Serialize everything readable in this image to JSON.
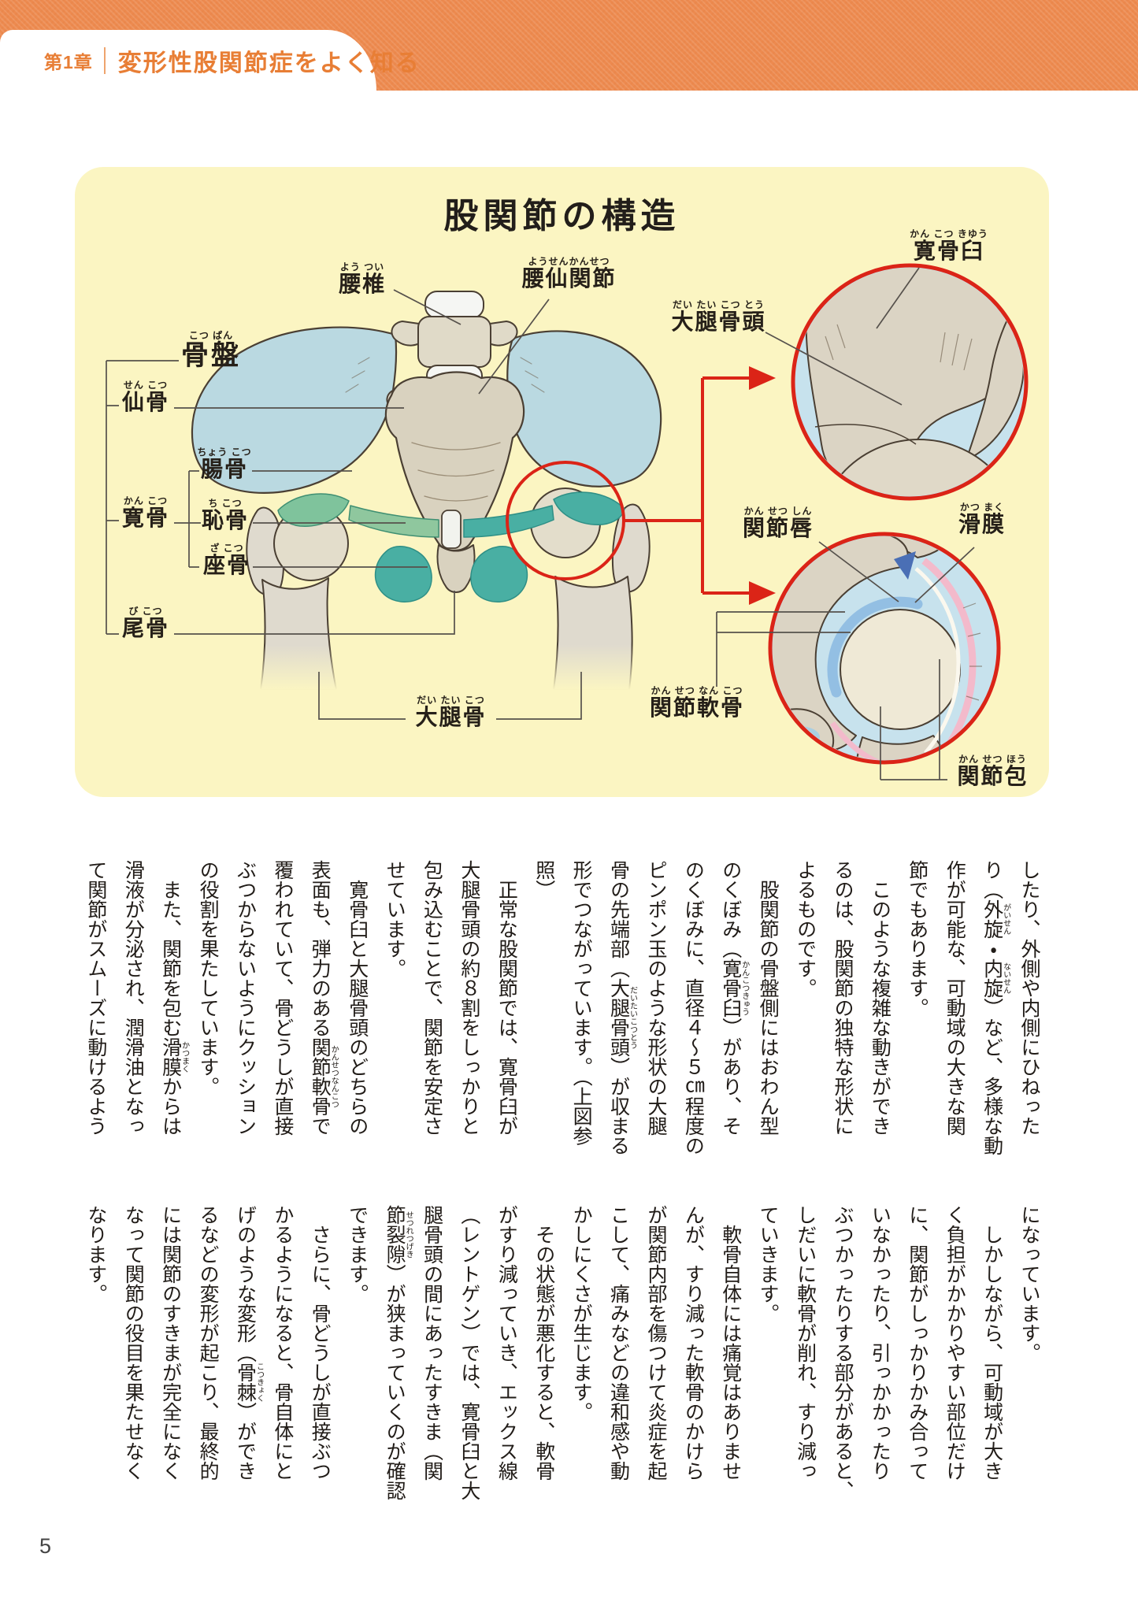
{
  "page": {
    "number": "5"
  },
  "header": {
    "chapter": "第1章",
    "title": "変形性股関節症をよく知る"
  },
  "figure": {
    "title": "股関節の構造",
    "labels": {
      "yotsui": {
        "furi": "よう つい",
        "term": "腰椎"
      },
      "yosen": {
        "furi": "ようせんかんせつ",
        "term": "腰仙関節"
      },
      "kotsuban": {
        "furi": "こつ ぱん",
        "term": "骨盤"
      },
      "senkotsu": {
        "furi": "せん こつ",
        "term": "仙骨"
      },
      "chokotsu": {
        "furi": "ちょう こつ",
        "term": "腸骨"
      },
      "kankotsu": {
        "furi": "かん こつ",
        "term": "寛骨"
      },
      "chikotsu": {
        "furi": "ち こつ",
        "term": "恥骨"
      },
      "zakotsu": {
        "furi": "ざ こつ",
        "term": "座骨"
      },
      "bikotsu": {
        "furi": "び こつ",
        "term": "尾骨"
      },
      "daitaikotsu": {
        "furi": "だい たい こつ",
        "term": "大腿骨"
      },
      "kankotsukyu": {
        "furi": "かん こつ きゆう",
        "term": "寛骨臼"
      },
      "daitaikotto": {
        "furi": "だい たい こつ とう",
        "term": "大腿骨頭"
      },
      "kansetsushin": {
        "furi": "かん せつ しん",
        "term": "関節唇"
      },
      "katsumaku": {
        "furi": "かつ まく",
        "term": "滑膜"
      },
      "kansetsunankotsu": {
        "furi": "かん せつ なん こつ",
        "term": "関節軟骨"
      },
      "kansetsuho": {
        "furi": "かん せつ ほう",
        "term": "関節包"
      }
    }
  },
  "body": {
    "block1_columns": [
      "したり、外側や内側にひねった",
      "り（外旋・内旋）など、多様な動",
      "作が可能な、可動域の大きな関",
      "節でもあります。",
      "　このような複雑な動きができ",
      "るのは、股関節の独特な形状に",
      "よるものです。",
      "　股関節の骨盤側にはおわん型",
      "のくぼみ（寛骨臼）があり、そ",
      "のくぼみに、直径４〜５㎝程度の",
      "ピンポン玉のような形状の大腿",
      "骨の先端部（大腿骨頭）が収まる",
      "形でつながっています。（上図参",
      "照）",
      "　正常な股関節では、寛骨臼が",
      "大腿骨頭の約８割をしっかりと",
      "包み込むことで、関節を安定さ",
      "せています。",
      "　寛骨臼と大腿骨頭のどちらの",
      "表面も、弾力のある関節軟骨で",
      "覆われていて、骨どうしが直接",
      "ぶつからないようにクッション",
      "の役割を果たしています。",
      "　また、関節を包む滑膜からは",
      "滑液が分泌され、潤滑油となっ",
      "て関節がスムーズに動けるよう"
    ],
    "block2_columns": [
      "になっています。",
      "　しかしながら、可動域が大き",
      "く負担がかかりやすい部位だけ",
      "に、関節がしっかりかみ合って",
      "いなかったり、引っかかったり",
      "ぶつかったりする部分があると、",
      "しだいに軟骨が削れ、すり減っ",
      "ていきます。",
      "　軟骨自体には痛覚はありませ",
      "んが、すり減った軟骨のかけら",
      "が関節内部を傷つけて炎症を起",
      "こして、痛みなどの違和感や動",
      "かしにくさが生じます。",
      "　その状態が悪化すると、軟骨",
      "がすり減っていき、エックス線",
      "（レントゲン）では、寛骨臼と大",
      "腿骨頭の間にあったすきま（関",
      "節裂隙）が狭まっていくのが確認",
      "できます。",
      "　さらに、骨どうしが直接ぶつ",
      "かるようになると、骨自体にと",
      "げのような変形（骨棘）ができ",
      "るなどの変形が起こり、最終的",
      "には関節のすきまが完全になく",
      "なって関節の役目を果たせなく",
      "なります。"
    ],
    "ruby": {
      "外旋": "がいせん",
      "内旋": "ないせん",
      "寛骨臼": "かんこつきゅう",
      "大腿骨頭": "だいたいこつとう",
      "関節軟骨": "かんせつなんこつ",
      "滑膜": "かつまく",
      "節裂隙": "せつれつげき",
      "骨棘": "こつきょく"
    }
  },
  "colors": {
    "accent_orange": "#ED8A4F",
    "title_orange": "#E87E35",
    "figure_bg": "#FBF5C2",
    "red": "#DB2417",
    "ilium_blue": "#BAD9E1",
    "bone_beige": "#DBD4C4",
    "femur_beige": "#DFDACE",
    "teal": "#49AFA3",
    "green": "#7FC39C",
    "inset_bg": "#C7E2ED",
    "joint_blue": "#93BFE3",
    "labrum_blue": "#4A6FB5",
    "capsule_pink": "#F3BACB",
    "text_black": "#211C18"
  }
}
